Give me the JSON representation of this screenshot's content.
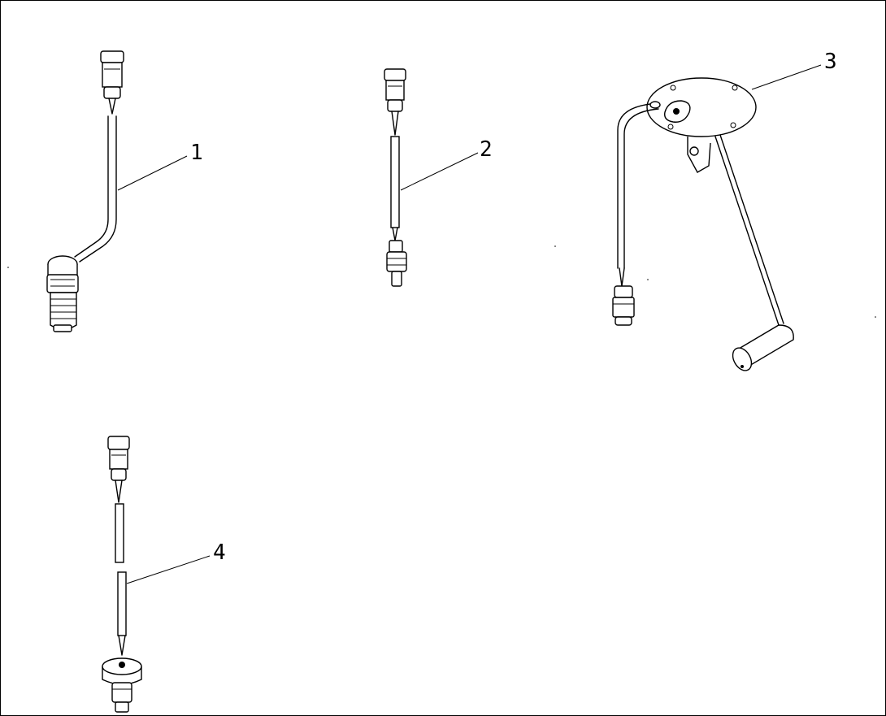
{
  "diagram": {
    "callouts": [
      {
        "id": "callout-1",
        "text": "1"
      },
      {
        "id": "callout-2",
        "text": "2"
      },
      {
        "id": "callout-3",
        "text": "3"
      },
      {
        "id": "callout-4",
        "text": "4"
      }
    ],
    "parts": [
      {
        "id": "part-1",
        "icon": "sensor-with-bent-wire-and-threaded-plug-icon"
      },
      {
        "id": "part-2",
        "icon": "straight-sensor-with-wire-icon"
      },
      {
        "id": "part-3",
        "icon": "fuel-level-sender-with-float-icon"
      },
      {
        "id": "part-4",
        "icon": "sensor-with-split-wire-and-hex-base-icon"
      }
    ],
    "colors": {
      "line": "#000000",
      "background": "#ffffff"
    }
  }
}
